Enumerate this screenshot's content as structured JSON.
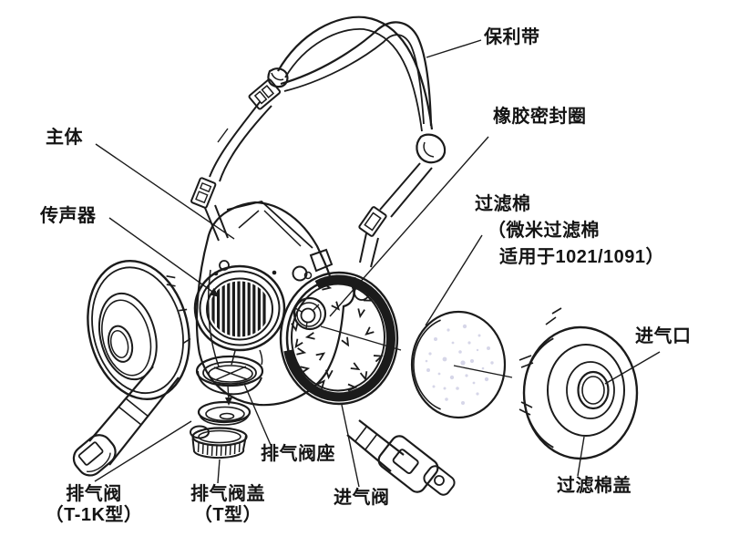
{
  "diagram": {
    "type": "exploded technical line drawing of a half-face respirator mask",
    "colors": {
      "background": "#ffffff",
      "ink": "#1b1b1b",
      "filter_speckle": "#bcbcd9"
    },
    "labels": {
      "main_body": "主体",
      "voice_transmitter": "传声器",
      "headband": "保利带",
      "rubber_seal_ring": "橡胶密封圈",
      "filter_cotton": "过滤棉",
      "filter_cotton_note1": "（微米过滤棉",
      "filter_cotton_note2": "适用于1021/1091）",
      "air_inlet": "进气口",
      "filter_cotton_cover": "过滤棉盖",
      "intake_valve": "进气阀",
      "exhaust_valve_seat": "排气阀座",
      "exhaust_valve": "排气阀",
      "exhaust_valve_type": "（T-1K型）",
      "exhaust_valve_cover": "排气阀盖",
      "exhaust_valve_cover_type": "（T型）"
    }
  }
}
